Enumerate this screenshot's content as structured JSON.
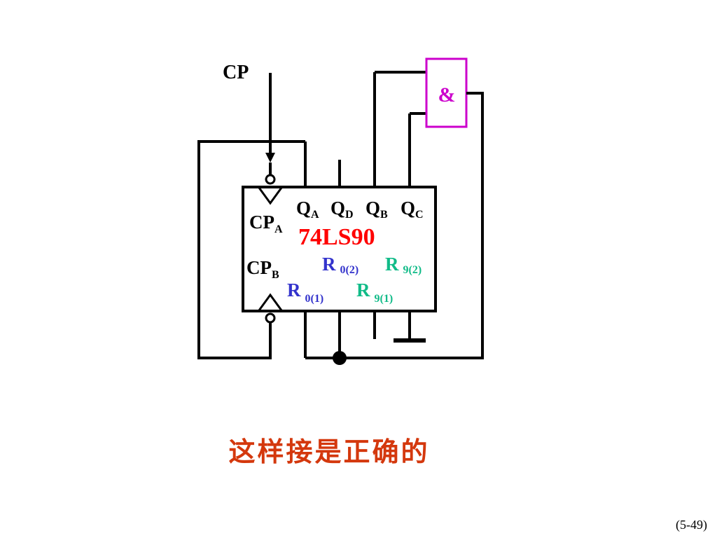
{
  "diagram": {
    "clock_input_label": "CP",
    "gate_symbol": "&",
    "chip_name": "74LS90",
    "outputs": [
      {
        "main": "Q",
        "sub": "A"
      },
      {
        "main": "Q",
        "sub": "D"
      },
      {
        "main": "Q",
        "sub": "B"
      },
      {
        "main": "Q",
        "sub": "C"
      }
    ],
    "clock_pins": [
      {
        "main": "CP",
        "sub": "A"
      },
      {
        "main": "CP",
        "sub": "B"
      }
    ],
    "reset_pins": [
      {
        "main": "R",
        "sub": "0(2)"
      },
      {
        "main": "R",
        "sub": "9(2)"
      },
      {
        "main": "R",
        "sub": "0(1)"
      },
      {
        "main": "R",
        "sub": "9(1)"
      }
    ]
  },
  "caption": "这样接是正确的",
  "page_number": "(5-49)",
  "colors": {
    "wire": "#000000",
    "gate_border": "#cc00cc",
    "gate_symbol": "#cc00cc",
    "chip_name": "#ff0000",
    "r0_label": "#3333cc",
    "r9_label": "#11bb88",
    "caption": "#d4380d"
  }
}
